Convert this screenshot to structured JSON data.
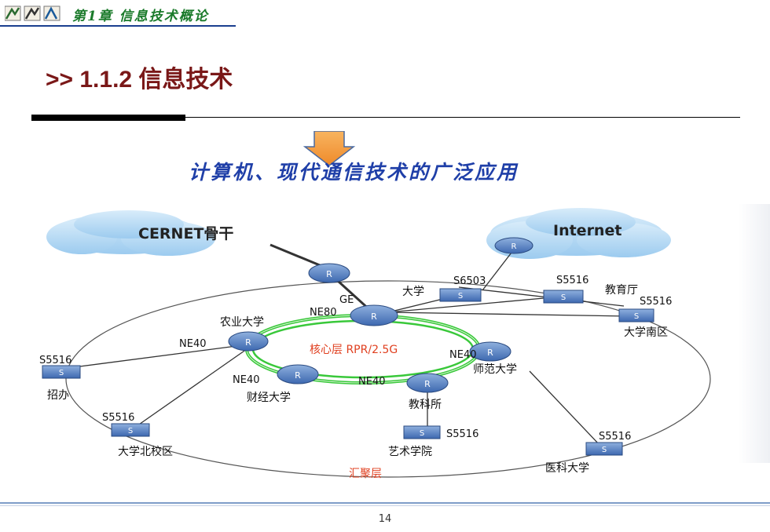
{
  "header": {
    "chapter": "第1章 信息技术概论"
  },
  "title": ">> 1.1.2 信息技术",
  "subtitle": "计算机、现代通信技术的广泛应用",
  "diagram": {
    "clouds": {
      "cernet": "CERNET骨干",
      "internet": "Internet"
    },
    "device_badges": {
      "router": "R",
      "switch": "S"
    },
    "labels": {
      "daxue": "大学",
      "s6503": "S6503",
      "ge": "GE",
      "ne80": "NE80",
      "nongye": "农业大学",
      "s5516_jiaoyu": "S5516",
      "jiaoyuting": "教育厅",
      "s5516_nanqu": "S5516",
      "nanqu": "大学南区",
      "ne40_left": "NE40",
      "core": "核心层  RPR/2.5G",
      "ne40_shifan": "NE40",
      "shifan": "师范大学",
      "s5516_zhaoban": "S5516",
      "zhaoban": "招办",
      "ne40_caijing": "NE40",
      "caijing": "财经大学",
      "ne40_jiaoke": "NE40",
      "jiaoke": "教科所",
      "s5516_beixiao": "S5516",
      "beixiao": "大学北校区",
      "s5516_yishu": "S5516",
      "yishu": "艺术学院",
      "s5516_yike": "S5516",
      "yike": "医科大学",
      "huiju": "汇聚层"
    }
  },
  "page_number": "14",
  "colors": {
    "title": "#7a1818",
    "subtitle": "#1f3fa8",
    "chapter": "#1a7a2a",
    "core_ring": "#39c83a",
    "core_label": "#e04020",
    "device": "#3d68b0",
    "arrow": "#f39a3a"
  }
}
